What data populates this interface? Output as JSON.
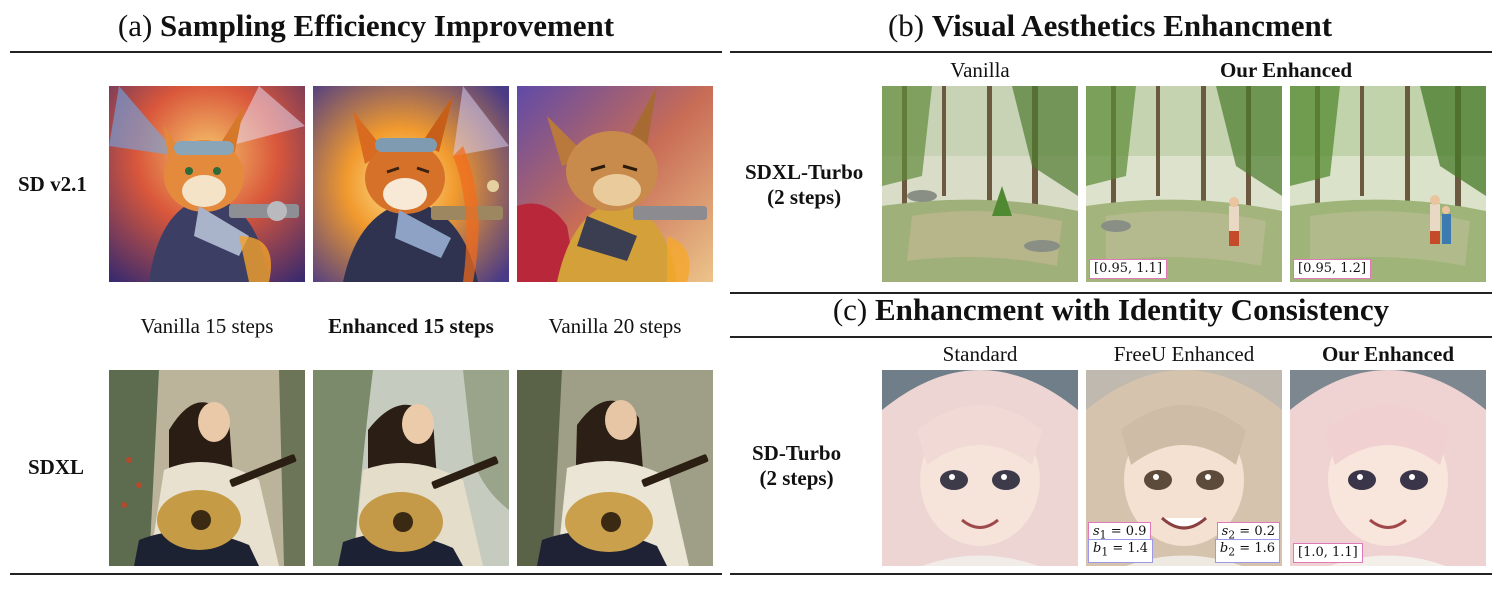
{
  "panel_a": {
    "title_prefix": "(a)",
    "title_bold": "Sampling Efficiency Improvement",
    "rows": [
      "SD v2.1",
      "SDXL"
    ],
    "columns": [
      "Vanilla 15 steps",
      "Enhanced 15 steps",
      "Vanilla 20 steps"
    ]
  },
  "panel_b": {
    "title_prefix": "(b)",
    "title_bold": "Visual Aesthetics Enhancment",
    "row_label_line1": "SDXL-Turbo",
    "row_label_line2": "(2 steps)",
    "col_vanilla": "Vanilla",
    "col_enhanced": "Our Enhanced",
    "tag_1": "[0.95, 1.1]",
    "tag_2": "[0.95, 1.2]"
  },
  "panel_c": {
    "title_prefix": "(c)",
    "title_bold": "Enhancment with Identity Consistency",
    "row_label_line1": "SD-Turbo",
    "row_label_line2": "(2 steps)",
    "col_standard": "Standard",
    "col_freeu": "FreeU Enhanced",
    "col_ours": "Our Enhanced",
    "s1": "0.9",
    "s2": "0.2",
    "b1": "1.4",
    "b2": "1.6",
    "tag_ours": "[1.0, 1.1]"
  }
}
